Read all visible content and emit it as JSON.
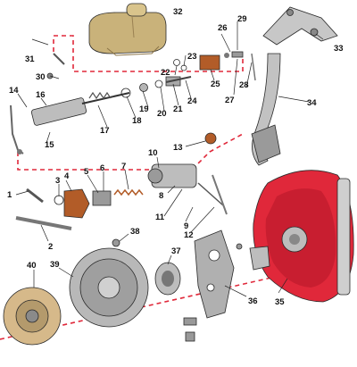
{
  "diagram": {
    "callouts": [
      "1",
      "2",
      "3",
      "4",
      "5",
      "6",
      "7",
      "8",
      "9",
      "10",
      "11",
      "12",
      "13",
      "14",
      "15",
      "16",
      "17",
      "18",
      "19",
      "20",
      "21",
      "22",
      "23",
      "24",
      "25",
      "26",
      "27",
      "28",
      "29",
      "30",
      "31",
      "32",
      "33",
      "34",
      "35",
      "36",
      "37",
      "38",
      "39",
      "40"
    ]
  },
  "colors": {
    "red": "#e0283a",
    "reservoir": "#c9b27a",
    "metal": "#b8b8b8",
    "dark": "#555555",
    "disc": "#d6b98a"
  }
}
